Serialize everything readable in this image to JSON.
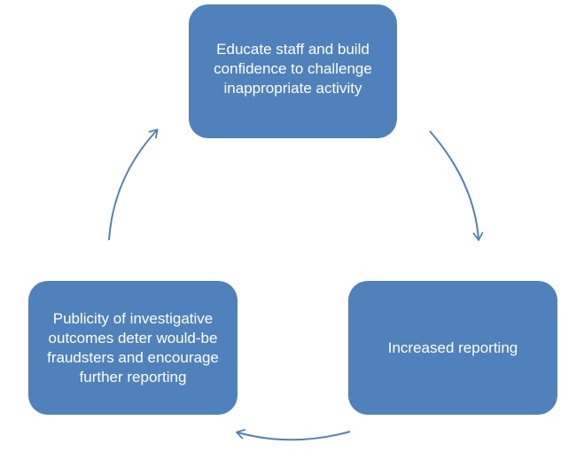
{
  "diagram": {
    "nodes": [
      {
        "id": "top",
        "label": "Educate staff and build confidence to challenge inappropriate activity"
      },
      {
        "id": "right",
        "label": "Increased reporting"
      },
      {
        "id": "left",
        "label": "Publicity of investigative outcomes deter would-be fraudsters and encourage further reporting"
      }
    ],
    "edges": [
      {
        "from": "top",
        "to": "right"
      },
      {
        "from": "right",
        "to": "left"
      },
      {
        "from": "left",
        "to": "top"
      }
    ],
    "colors": {
      "box_fill": "#4f81bd",
      "box_text": "#ffffff",
      "arrow": "#4f81bd"
    }
  }
}
